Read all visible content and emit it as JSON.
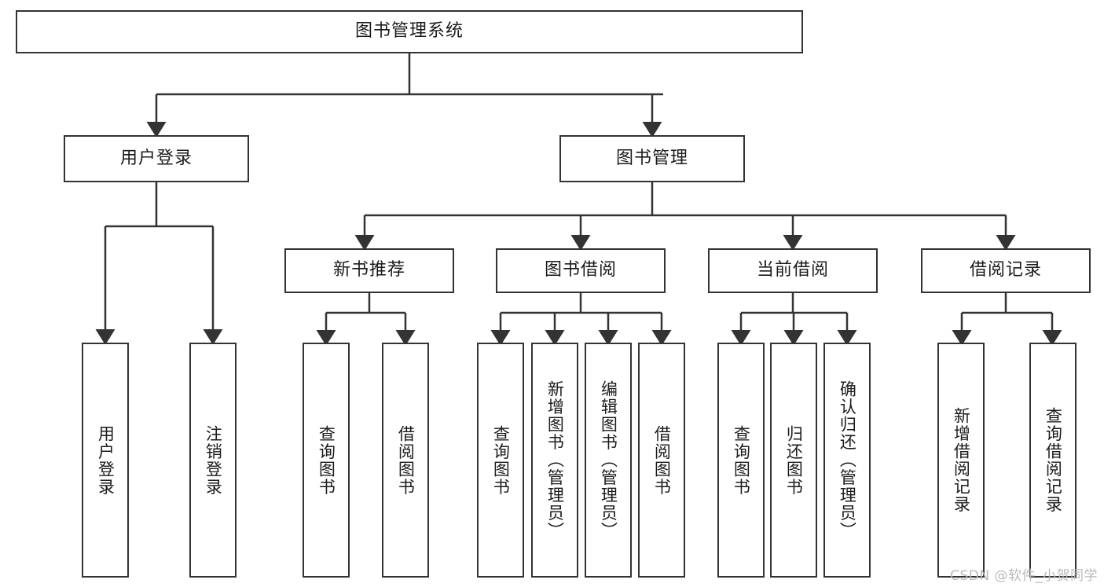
{
  "diagram": {
    "title": "图书管理系统",
    "type": "tree-hierarchy",
    "root": {
      "id": "root",
      "label": "图书管理系统"
    },
    "level2": [
      {
        "id": "user-login",
        "label": "用户登录"
      },
      {
        "id": "book-management",
        "label": "图书管理"
      }
    ],
    "level3": [
      {
        "id": "new-book-recommend",
        "label": "新书推荐",
        "parent": "book-management"
      },
      {
        "id": "book-borrow",
        "label": "图书借阅",
        "parent": "book-management"
      },
      {
        "id": "current-borrow",
        "label": "当前借阅",
        "parent": "book-management"
      },
      {
        "id": "borrow-record",
        "label": "借阅记录",
        "parent": "book-management"
      }
    ],
    "leaves": {
      "user-login": [
        {
          "id": "leaf-user-login",
          "label": "用户登录"
        },
        {
          "id": "leaf-logout-login",
          "label": "注销登录"
        }
      ],
      "new-book-recommend": [
        {
          "id": "leaf-query-book-1",
          "label": "查询图书"
        },
        {
          "id": "leaf-borrow-book-1",
          "label": "借阅图书"
        }
      ],
      "book-borrow": [
        {
          "id": "leaf-query-book-2",
          "label": "查询图书"
        },
        {
          "id": "leaf-add-book",
          "label": "新增图书（管理员）"
        },
        {
          "id": "leaf-edit-book",
          "label": "编辑图书（管理员）"
        },
        {
          "id": "leaf-borrow-book-2",
          "label": "借阅图书"
        }
      ],
      "current-borrow": [
        {
          "id": "leaf-query-book-3",
          "label": "查询图书"
        },
        {
          "id": "leaf-return-book",
          "label": "归还图书"
        },
        {
          "id": "leaf-confirm-return",
          "label": "确认归还（管理员）"
        }
      ],
      "borrow-record": [
        {
          "id": "leaf-add-record",
          "label": "新增借阅记录"
        },
        {
          "id": "leaf-query-record",
          "label": "查询借阅记录"
        }
      ]
    }
  },
  "watermark": {
    "text": "CSDN @软件_小贺同学"
  },
  "colors": {
    "box_border": "#333333",
    "box_fill": "#ffffff",
    "connector": "#333333",
    "text": "#1b1b1b",
    "watermark": "#b9b9b9",
    "background": "#ffffff"
  }
}
